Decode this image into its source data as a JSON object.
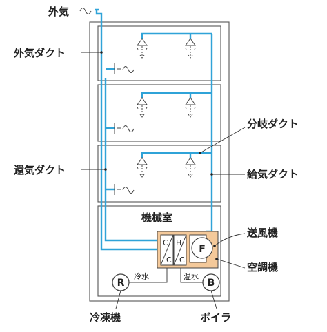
{
  "labels": {
    "outside_air": "外気",
    "outside_air_duct": "外気ダクト",
    "branch_duct": "分岐ダクト",
    "return_duct": "還気ダクト",
    "supply_duct": "給気ダクト",
    "machine_room": "機械室",
    "blower": "送風機",
    "air_handler": "空調機",
    "chiller": "冷凍機",
    "boiler": "ボイラ",
    "cold_water": "冷水",
    "hot_water": "温水",
    "fan_symbol": "F",
    "chiller_symbol": "R",
    "boiler_symbol": "B",
    "coil_cooling_top": "C",
    "coil_cooling_bottom": "C",
    "coil_heating_top": "H",
    "coil_heating_bottom": "C"
  },
  "colors": {
    "duct": "#2fa3d8",
    "air_handler_fill": "#f4c99a",
    "building_line": "#555555"
  }
}
